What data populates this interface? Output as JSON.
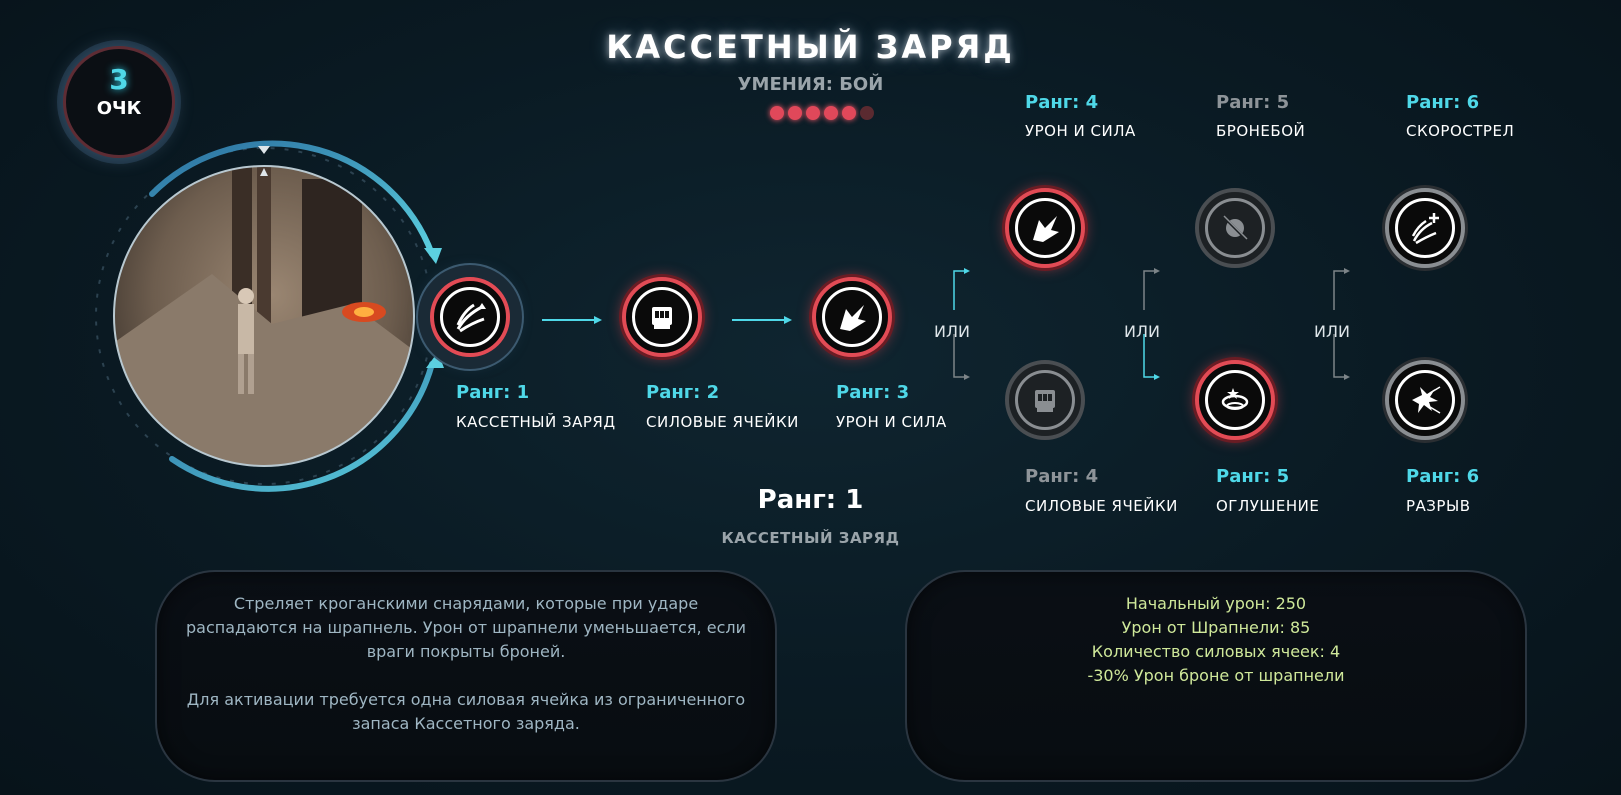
{
  "header": {
    "title": "КАССЕТНЫЙ ЗАРЯД",
    "subtitle": "УМЕНИЯ: БОЙ",
    "pips_filled": 5,
    "pips_total": 6
  },
  "points": {
    "value": "3",
    "label": "ОЧК"
  },
  "colors": {
    "accent": "#4fd8e8",
    "active_red": "#e24b55",
    "locked_gray": "#8e9499",
    "stat_green": "#cfe89a"
  },
  "tree": {
    "rank1": {
      "rank": "Ранг: 1",
      "name": "КАССЕТНЫЙ ЗАРЯД",
      "icon": "cluster-shot-icon",
      "state": "selected"
    },
    "rank2": {
      "rank": "Ранг: 2",
      "name": "СИЛОВЫЕ ЯЧЕЙКИ",
      "icon": "power-cell-icon",
      "state": "active"
    },
    "rank3": {
      "rank": "Ранг: 3",
      "name": "УРОН И СИЛА",
      "icon": "damage-force-icon",
      "state": "active"
    },
    "rank4a": {
      "rank": "Ранг: 4",
      "name": "УРОН И СИЛА",
      "icon": "damage-force-icon",
      "state": "active"
    },
    "rank4b": {
      "rank": "Ранг: 4",
      "name": "СИЛОВЫЕ ЯЧЕЙКИ",
      "icon": "power-cell-icon",
      "state": "locked"
    },
    "rank5a": {
      "rank": "Ранг: 5",
      "name": "БРОНЕБОЙ",
      "icon": "armor-piercing-icon",
      "state": "locked"
    },
    "rank5b": {
      "rank": "Ранг: 5",
      "name": "ОГЛУШЕНИЕ",
      "icon": "stun-icon",
      "state": "active"
    },
    "rank6a": {
      "rank": "Ранг: 6",
      "name": "СКОРОСТРЕЛ",
      "icon": "rapid-fire-icon",
      "state": "available"
    },
    "rank6b": {
      "rank": "Ранг: 6",
      "name": "РАЗРЫВ",
      "icon": "burst-icon",
      "state": "available"
    },
    "or_label": "ИЛИ"
  },
  "selected": {
    "rank": "Ранг: 1",
    "name": "КАССЕТНЫЙ ЗАРЯД",
    "description": [
      "Стреляет кроганскими снарядами, которые при ударе распадаются на шрапнель. Урон от шрапнели уменьшается, если враги покрыты броней.",
      "Для активации требуется одна силовая ячейка из ограниченного запаса Кассетного заряда."
    ],
    "stats": [
      "Начальный урон: 250",
      "Урон от Шрапнели: 85",
      "Количество силовых ячеек: 4",
      "-30% Урон броне от шрапнели"
    ]
  }
}
